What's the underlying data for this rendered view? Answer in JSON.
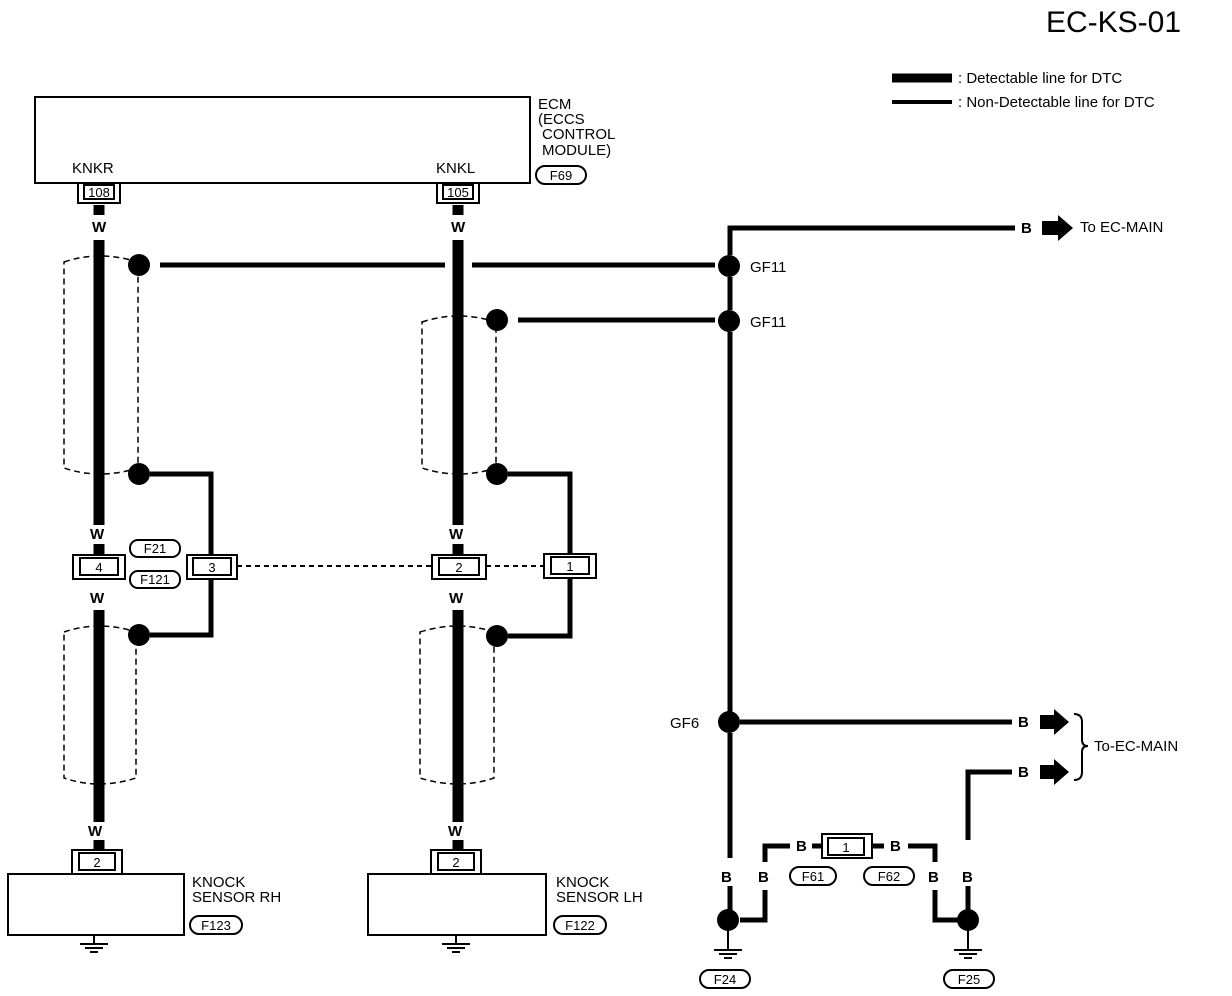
{
  "title": "EC-KS-01",
  "legend": {
    "detectable": ": Detectable line for DTC",
    "non_detectable": ": Non-Detectable line for DTC"
  },
  "ecm": {
    "name": "ECM",
    "subtitle_1": "(ECCS",
    "subtitle_2": "CONTROL",
    "subtitle_3": "MODULE)",
    "connector": "F69",
    "pin_right_label": "KNKR",
    "pin_right_no": "108",
    "pin_left_label": "KNKL",
    "pin_left_no": "105"
  },
  "wire_colors": {
    "white": "W",
    "black": "B"
  },
  "grounds": {
    "gf11_a": "GF11",
    "gf11_b": "GF11",
    "gf6": "GF6"
  },
  "destinations": {
    "to_main_1": "To EC-MAIN",
    "to_main_2": "To-EC-MAIN"
  },
  "joint_connector": {
    "f21": "F21",
    "f121": "F121",
    "pin_4": "4",
    "pin_3": "3",
    "pin_2": "2",
    "pin_1": "1"
  },
  "sensors": {
    "rh_line1": "KNOCK",
    "rh_line2": "SENSOR RH",
    "rh_connector": "F123",
    "rh_pin": "2",
    "lh_line1": "KNOCK",
    "lh_line2": "SENSOR LH",
    "lh_connector": "F122",
    "lh_pin": "2"
  },
  "ground_connectors": {
    "f61": "F61",
    "f62": "F62",
    "f24": "F24",
    "f25": "F25",
    "jumper_pin": "1"
  }
}
